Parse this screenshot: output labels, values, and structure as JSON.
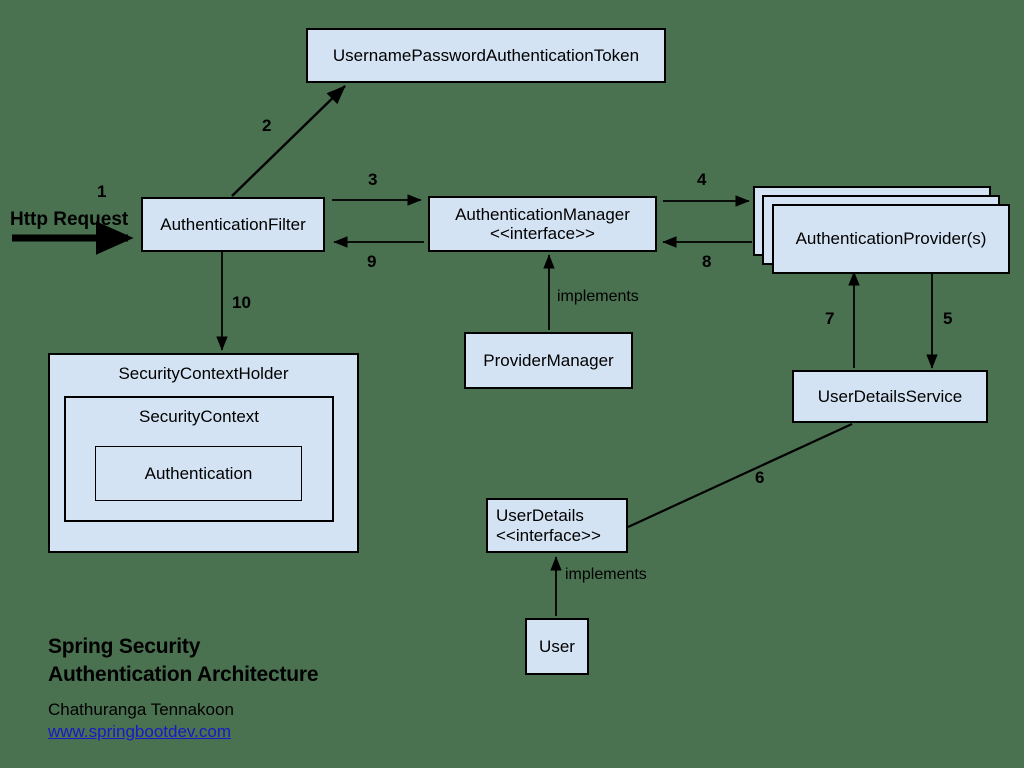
{
  "diagram": {
    "title_line_1": "Spring Security",
    "title_line_2": "Authentication Architecture",
    "author": "Chathuranga Tennakoon",
    "website": "www.springbootdev.com",
    "background_color": "#4a7150",
    "node_fill_color": "#d4e3f4",
    "node_border_color": "#000000",
    "link_color": "#1a18c8"
  },
  "nodes": {
    "token": "UsernamePasswordAuthenticationToken",
    "auth_filter": "AuthenticationFilter",
    "auth_manager_line1": "AuthenticationManager",
    "auth_manager_line2": "<<interface>>",
    "auth_providers": "AuthenticationProvider(s)",
    "provider_manager": "ProviderManager",
    "user_details_service": "UserDetailsService",
    "user_details_line1": "UserDetails",
    "user_details_line2": "<<interface>>",
    "user": "User",
    "security_context_holder": "SecurityContextHolder",
    "security_context": "SecurityContext",
    "authentication": "Authentication"
  },
  "edges": {
    "http_request_label": "Http Request",
    "n1": "1",
    "n2": "2",
    "n3": "3",
    "n4": "4",
    "n5": "5",
    "n6": "6",
    "n7": "7",
    "n8": "8",
    "n9": "9",
    "n10": "10",
    "implements_manager": "implements",
    "implements_user": "implements"
  }
}
